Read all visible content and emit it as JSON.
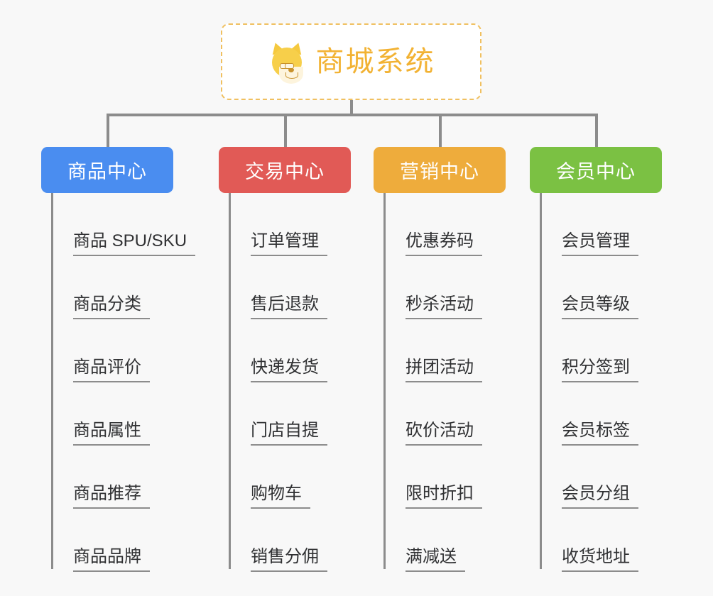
{
  "page": {
    "background_color": "#f8f8f8",
    "line_color": "#8c8c8c"
  },
  "root": {
    "title": "商城系统",
    "icon": "shiba-dog-emoji",
    "text_color": "#f2b233",
    "border_color": "#f0c060",
    "background": "#ffffff"
  },
  "branches": [
    {
      "label": "商品中心",
      "color": "#4a8df0",
      "items": [
        "商品 SPU/SKU",
        "商品分类",
        "商品评价",
        "商品属性",
        "商品推荐",
        "商品品牌"
      ]
    },
    {
      "label": "交易中心",
      "color": "#e15a56",
      "items": [
        "订单管理",
        "售后退款",
        "快递发货",
        "门店自提",
        "购物车",
        "销售分佣"
      ]
    },
    {
      "label": "营销中心",
      "color": "#eeac3c",
      "items": [
        "优惠券码",
        "秒杀活动",
        "拼团活动",
        "砍价活动",
        "限时折扣",
        "满减送"
      ]
    },
    {
      "label": "会员中心",
      "color": "#7bc143",
      "items": [
        "会员管理",
        "会员等级",
        "积分签到",
        "会员标签",
        "会员分组",
        "收货地址"
      ]
    }
  ]
}
